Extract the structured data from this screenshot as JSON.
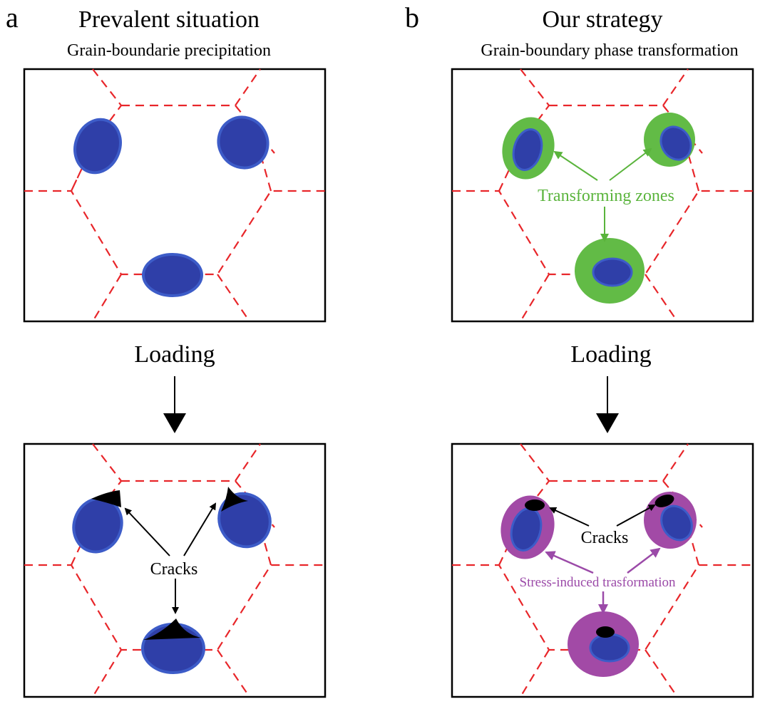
{
  "panel_a": {
    "letter": "a",
    "title": "Prevalent situation",
    "subtitle": "Grain-boundarie precipitation",
    "loading": "Loading",
    "cracks_label": "Cracks"
  },
  "panel_b": {
    "letter": "b",
    "title": "Our strategy",
    "subtitle": "Grain-boundary phase transformation",
    "transforming_label": "Transforming zones",
    "loading": "Loading",
    "cracks_label": "Cracks",
    "stress_label": "Stress-induced trasformation"
  },
  "colors": {
    "grain_boundary": "#e8262a",
    "precipitate_fill": "#2f3fa8",
    "precipitate_rim": "#3d5cc8",
    "transforming_zone": "#62bb46",
    "stress_zone": "#a24aa6",
    "crack": "#000000"
  }
}
